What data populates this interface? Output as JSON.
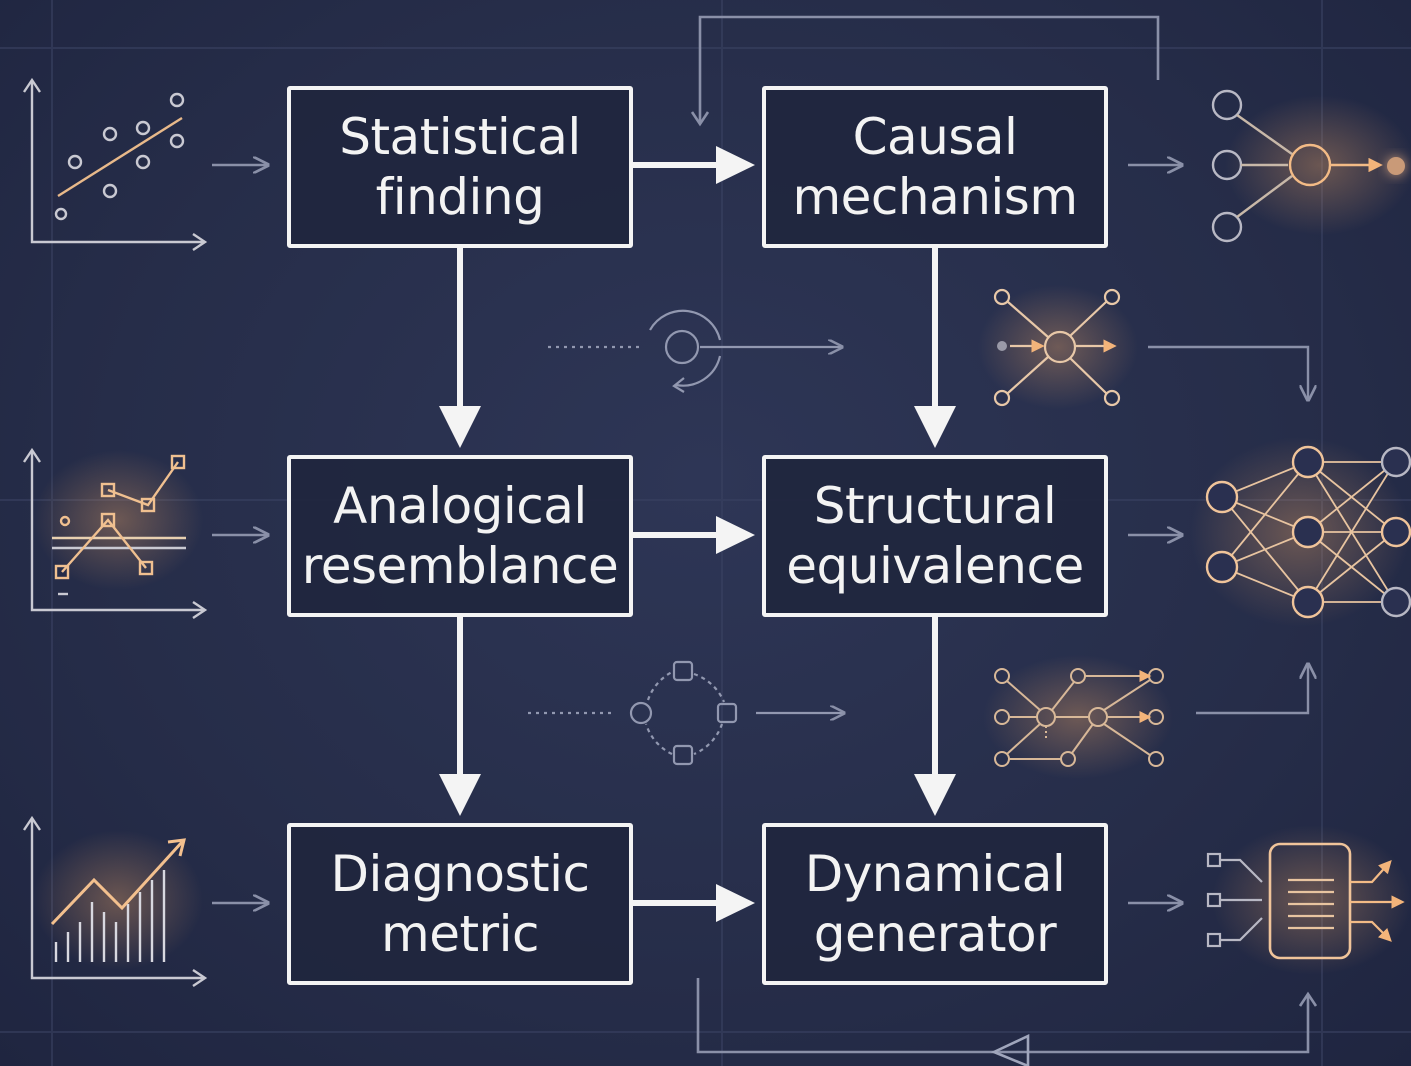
{
  "nodes": {
    "statistical_finding": {
      "line1": "Statistical",
      "line2": "finding"
    },
    "causal_mechanism": {
      "line1": "Causal",
      "line2": "mechanism"
    },
    "analogical_resemblance": {
      "line1": "Analogical",
      "line2": "resemblance"
    },
    "structural_equivalence": {
      "line1": "Structural",
      "line2": "equivalence"
    },
    "diagnostic_metric": {
      "line1": "Diagnostic",
      "line2": "metric"
    },
    "dynamical_generator": {
      "line1": "Dynamical",
      "line2": "generator"
    }
  },
  "edges": [
    {
      "from": "Statistical finding",
      "to": "Causal mechanism"
    },
    {
      "from": "Statistical finding",
      "to": "Analogical resemblance"
    },
    {
      "from": "Causal mechanism",
      "to": "Structural equivalence"
    },
    {
      "from": "Analogical resemblance",
      "to": "Structural equivalence"
    },
    {
      "from": "Analogical resemblance",
      "to": "Diagnostic metric"
    },
    {
      "from": "Structural equivalence",
      "to": "Dynamical generator"
    },
    {
      "from": "Diagnostic metric",
      "to": "Dynamical generator"
    }
  ],
  "icons": {
    "left_column": [
      "scatter-plot-icon",
      "line-chart-icon",
      "trend-bar-chart-icon"
    ],
    "right_column": [
      "converging-network-icon",
      "neural-network-icon",
      "processor-chip-icon"
    ],
    "middle_row": [
      "cycle-icon",
      "star-network-icon",
      "loop-diagram-icon",
      "grid-network-icon"
    ]
  },
  "colors": {
    "background": "#262d49",
    "node_border": "#f4f4f4",
    "text": "#f3f3f3",
    "accent_glow": "#f0b070",
    "connector": "#8a90a8"
  }
}
